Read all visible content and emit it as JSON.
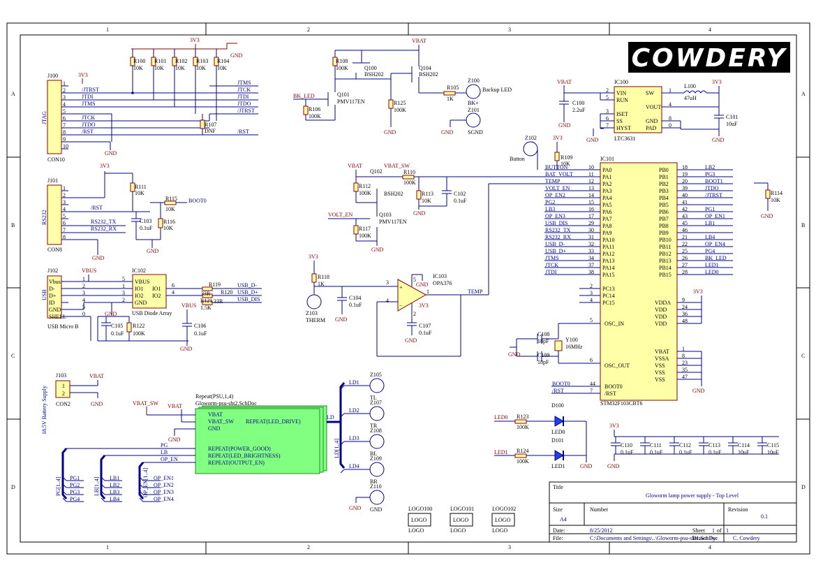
{
  "logo": {
    "text": "COWDERY"
  },
  "frame": {
    "cols": [
      "1",
      "2",
      "3",
      "4"
    ],
    "rows": [
      "A",
      "B",
      "C",
      "D"
    ]
  },
  "sections": {
    "jtag": "JTAG",
    "rs232": "RS232",
    "usb": "USB",
    "battery": "18.5V Battery Supply"
  },
  "nets": {
    "v33": "3V3",
    "vbat": "VBAT",
    "vbus": "VBUS",
    "vbatsw": "VBAT_SW",
    "gnd": "GND"
  },
  "jtag_con": {
    "ref": "J100",
    "name": "CON10",
    "pins": [
      "1",
      "2",
      "3",
      "4",
      "5",
      "6",
      "7",
      "8",
      "9",
      "10"
    ],
    "labels": [
      "/JTRST",
      "JTDI",
      "JTMS",
      "JTCK",
      "JTDO",
      "/RST"
    ],
    "right_nets": [
      "JTMS",
      "JTCK",
      "JTDI",
      "JTDO",
      "/JTRST",
      "/RST"
    ],
    "resistors": [
      {
        "ref": "R100",
        "val": "10K"
      },
      {
        "ref": "R101",
        "val": "10K"
      },
      {
        "ref": "R102",
        "val": "10K"
      },
      {
        "ref": "R103",
        "val": "10K"
      },
      {
        "ref": "R104",
        "val": "10K"
      },
      {
        "ref": "R107",
        "val": "DNF"
      }
    ]
  },
  "rs232": {
    "ref": "J101",
    "name": "CON8",
    "pins": [
      "1",
      "2",
      "3",
      "4",
      "5",
      "6",
      "7",
      "8"
    ],
    "labels": [
      "/RST",
      "RS232_TX",
      "RS232_RX"
    ],
    "r111": "R111",
    "r111v": "10K",
    "r115": "R115",
    "r115v": "10K",
    "r116": "R116",
    "r116v": "10K",
    "c103": "C103",
    "c103v": "0.1uF",
    "boot": "BOOT0"
  },
  "usb": {
    "ref": "J102",
    "name": "USB Micro B",
    "pins": [
      "Vbus",
      "D-",
      "D+",
      "ID",
      "GND",
      "SHELL"
    ],
    "pin_nums": [
      "1",
      "2",
      "3",
      "4",
      "5",
      "0"
    ],
    "ic": "IC102",
    "ic_name": "USB Diode Array",
    "ic_pins": [
      "VBUS",
      "IO1",
      "IO2",
      "GND",
      "IO1",
      "IO2"
    ],
    "ic_nums": [
      "5",
      "1",
      "3",
      "2",
      "6",
      "4"
    ],
    "r119": "R119",
    "r119v": "33R",
    "r120": "R120",
    "r120v": "33R",
    "r121": "R121",
    "r121v": "1.5K",
    "nets": [
      "USB_D-",
      "USB_D+",
      "USB_DIS"
    ],
    "c105": "C105",
    "c105v": "0.1uF",
    "r122": "R122",
    "r122v": "100K",
    "c106": "C106",
    "c106v": "0.1uF"
  },
  "batt": {
    "ref": "J103",
    "name": "CON2",
    "pins": [
      "1",
      "2"
    ]
  },
  "sheet": {
    "repeat": "Repeat(PSU,1,4)",
    "file": "Gloworm-psu-sht2.SchDoc",
    "ports": [
      "VBAT",
      "VBAT_SW",
      "GND"
    ],
    "repeat_ports": [
      "REPEAT(POWER_GOOD)",
      "REPEAT(LED_BRIGHTNESS)",
      "REPEAT(OUTPUT_EN)"
    ],
    "led_drive": "REPEAT(LED_DRIVE)",
    "nets": [
      "PG",
      "LB",
      "OP_EN",
      "LD"
    ]
  },
  "buses": {
    "pg": "PG[1..4]",
    "lb": "LB[1..4]",
    "open": "OP_EN[1..4]",
    "ld": "LD[1..4]",
    "pg_items": [
      "PG1",
      "PG2",
      "PG3",
      "PG4"
    ],
    "lb_items": [
      "LB1",
      "LB2",
      "LB3",
      "LB4"
    ],
    "op_items": [
      "OP_EN1",
      "OP_EN2",
      "OP_EN3",
      "OP_EN4"
    ],
    "ld_items": [
      "LD1",
      "LD2",
      "LD3",
      "LD4"
    ]
  },
  "testpoints": [
    {
      "ref": "Z105",
      "name": "TL"
    },
    {
      "ref": "Z107",
      "name": "TR"
    },
    {
      "ref": "Z108",
      "name": "BL"
    },
    {
      "ref": "Z109",
      "name": "BR"
    },
    {
      "ref": "Z110",
      "name": "GND"
    }
  ],
  "backup": {
    "q100": "Q100",
    "q100n": "BSH202",
    "q104": "Q104",
    "q104n": "BSH202",
    "q101": "Q101",
    "q101n": "PMV117EN",
    "r108": "R108",
    "r108v": "100K",
    "r106": "R106",
    "r106v": "100K",
    "r125": "R125",
    "r125v": "100K",
    "r105": "R105",
    "r105v": "1K",
    "z100": "Z100",
    "z100n": "Backup LED",
    "bkplus": "BK+",
    "z101": "Z101",
    "z101n": "SGND",
    "bkled": "BK_LED"
  },
  "reg": {
    "ref": "IC100",
    "name": "LTC3631",
    "pins_l": [
      "VIN",
      "RUN",
      "ISET",
      "SS",
      "HYST"
    ],
    "pins_ln": [
      "2",
      "5",
      "3",
      "6",
      "7"
    ],
    "pins_r": [
      "SW",
      "VOUT",
      "GND",
      "PAD"
    ],
    "pins_rn": [
      "1",
      "4",
      "8",
      "0"
    ],
    "c100": "C100",
    "c100v": "2.2uF",
    "l100": "L100",
    "l100v": "47uH",
    "c101": "C101",
    "c101v": "10uF"
  },
  "mcu": {
    "ref": "IC101",
    "name": "STM32F103CBT6",
    "pa": [
      "PA0",
      "PA1",
      "PA2",
      "PA3",
      "PA4",
      "PA5",
      "PA6",
      "PA7",
      "PA8",
      "PA9",
      "PA10",
      "PA11",
      "PA12",
      "PA13",
      "PA14",
      "PA15"
    ],
    "pa_n": [
      "10",
      "11",
      "12",
      "13",
      "14",
      "15",
      "16",
      "17",
      "29",
      "30",
      "31",
      "32",
      "33",
      "34",
      "37",
      "38"
    ],
    "pa_nets": [
      "BUTTON",
      "BAT_VOLT",
      "TEMP",
      "VOLT_EN",
      "OP_EN2",
      "PG2",
      "LB3",
      "OP_EN3",
      "USB_DIS",
      "RS232_TX",
      "RS232_RX",
      "USB_D-",
      "USB_D+",
      "JTMS",
      "JTCK",
      "JTDI"
    ],
    "pb": [
      "PB0",
      "PB1",
      "PB2",
      "PB3",
      "PB4",
      "PB5",
      "PB6",
      "PB7",
      "PB8",
      "PB9",
      "PB10",
      "PB11",
      "PB12",
      "PB13",
      "PB14",
      "PB15"
    ],
    "pb_n": [
      "18",
      "19",
      "20",
      "39",
      "40",
      "41",
      "42",
      "43",
      "45",
      "46",
      "21",
      "22",
      "25",
      "26",
      "27",
      "28"
    ],
    "pb_nets": [
      "LB2",
      "PG3",
      "BOOT1",
      "JTDO",
      "/JTRST",
      "",
      "PG1",
      "OP_EN1",
      "LB1",
      "",
      "LB4",
      "OP_EN4",
      "PG4",
      "BK_LED",
      "LED1",
      "LED0"
    ],
    "pc": [
      "PC13",
      "PC14",
      "PC15"
    ],
    "pc_n": [
      "2",
      "3",
      "4"
    ],
    "osc_in": "OSC_IN",
    "osc_in_n": "5",
    "osc_out": "OSC_OUT",
    "osc_out_n": "6",
    "vdd": [
      "VDDA",
      "VDD",
      "VDD",
      "VDD"
    ],
    "vdd_n": [
      "9",
      "24",
      "36",
      "48"
    ],
    "vss": [
      "VBAT",
      "VSSA",
      "VSS",
      "VSS",
      "VSS"
    ],
    "vss_n": [
      "1",
      "8",
      "23",
      "35",
      "47"
    ],
    "boot": [
      "BOOT0",
      "/RST"
    ],
    "boot_n": [
      "44",
      "7"
    ],
    "boot_nets": [
      "BOOT0",
      "/RST"
    ]
  },
  "button": {
    "ref": "Z102",
    "name": "Button",
    "r109": "R109",
    "r109v": "10K",
    "r114": "R114",
    "r114v": "10K"
  },
  "batvolt": {
    "q102": "Q102",
    "q102n": "BSH202",
    "r110": "R110",
    "r110v": "100K",
    "r112": "R112",
    "r112v": "100K",
    "r113": "R113",
    "r113v": "10K",
    "c102": "C102",
    "c102v": "0.1uF",
    "q103": "Q103",
    "q103n": "PMV117EN",
    "r117": "R117",
    "r117v": "100K",
    "volt_en": "VOLT_EN"
  },
  "therm": {
    "r118": "R118",
    "r118v": "1K",
    "z103": "Z103",
    "z103n": "THERM",
    "c104": "C104",
    "c104v": "0.1uF",
    "ic103": "IC103",
    "ic103n": "OPA376",
    "c107": "C107",
    "c107v": "0.1uF",
    "pins": [
      "3",
      "4",
      "1",
      "5",
      "2"
    ],
    "temp": "TEMP"
  },
  "xtal": {
    "c108": "C108",
    "c108v": "18pF",
    "c109": "C109",
    "c109v": "18pF",
    "y100": "Y100",
    "y100v": "16MHz"
  },
  "leds": {
    "r123": "R123",
    "r123v": "100K",
    "r124": "R124",
    "r124v": "100K",
    "d100": "D100",
    "d100n": "LED0",
    "d101": "D101",
    "d101n": "LED1",
    "n0": "LED0",
    "n1": "LED1"
  },
  "decoup": [
    {
      "ref": "C110",
      "val": "0.1uF"
    },
    {
      "ref": "C111",
      "val": "0.1uF"
    },
    {
      "ref": "C112",
      "val": "0.1uF"
    },
    {
      "ref": "C113",
      "val": "0.1uF"
    },
    {
      "ref": "C114",
      "val": "10uF"
    },
    {
      "ref": "C115",
      "val": "10uF"
    }
  ],
  "logos": [
    {
      "ref": "LOGO100",
      "name": "LOGO"
    },
    {
      "ref": "LOGO101",
      "name": "LOGO"
    },
    {
      "ref": "LOGO102",
      "name": "LOGO"
    }
  ],
  "title_block": {
    "title_label": "Title",
    "title": "Gloworm lamp power supply - Top Level",
    "size_label": "Size",
    "size": "A4",
    "number_label": "Number",
    "revision_label": "Revision",
    "revision": "0.1",
    "date_label": "Date:",
    "date": "8/25/2012",
    "sheet_label": "Sheet",
    "sheet_num": "1",
    "sheet_of": "of",
    "sheet_total": "1",
    "file_label": "File:",
    "file": "C:\\Documents and Settings\\..\\Gloworm-psu-sht1.SchDoc",
    "drawn_label": "Drawn By:",
    "drawn": "C. Cowdery"
  }
}
